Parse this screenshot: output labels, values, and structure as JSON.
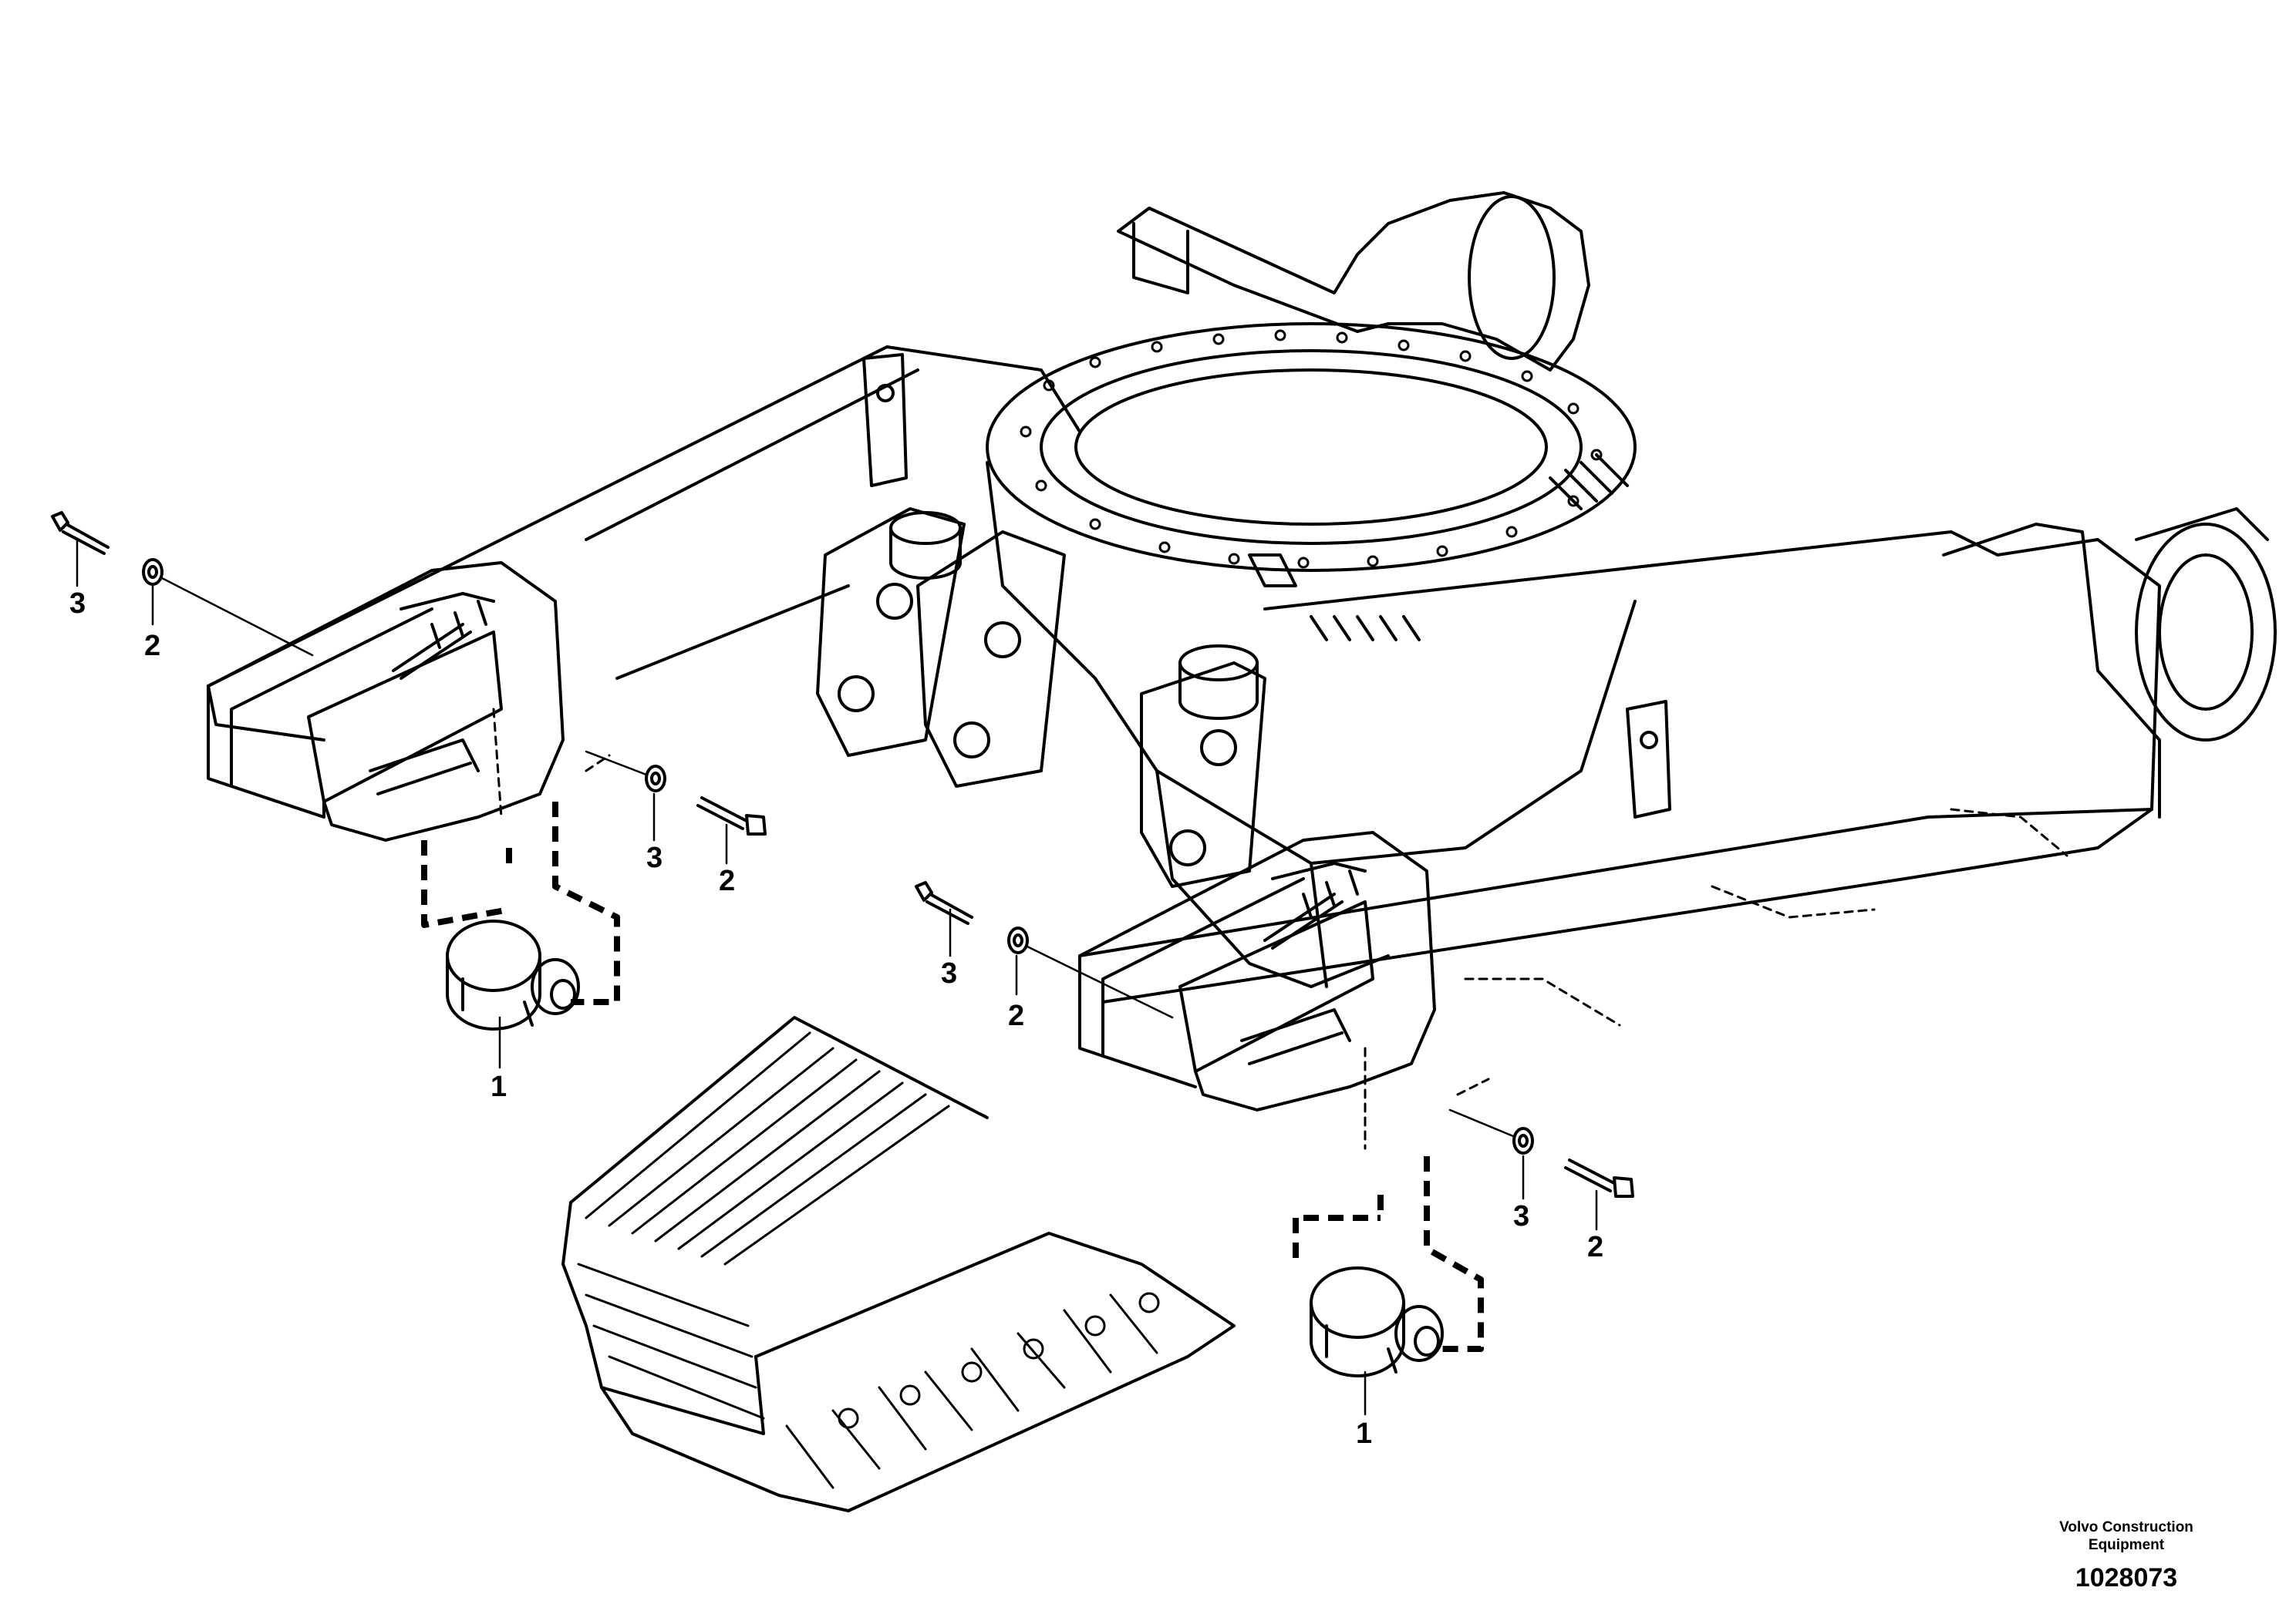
{
  "callouts": {
    "left_bolt_number": "3",
    "left_washer_number": "2",
    "front_left_washer_number": "3",
    "front_left_bolt_number": "2",
    "left_roller_number": "1",
    "right_bolt_number": "3",
    "right_washer_number": "2",
    "front_right_washer_number": "3",
    "front_right_bolt_number": "2",
    "right_roller_number": "1"
  },
  "credit": {
    "text": "Volvo Construction\nEquipment",
    "drawing_number": "1028073"
  }
}
